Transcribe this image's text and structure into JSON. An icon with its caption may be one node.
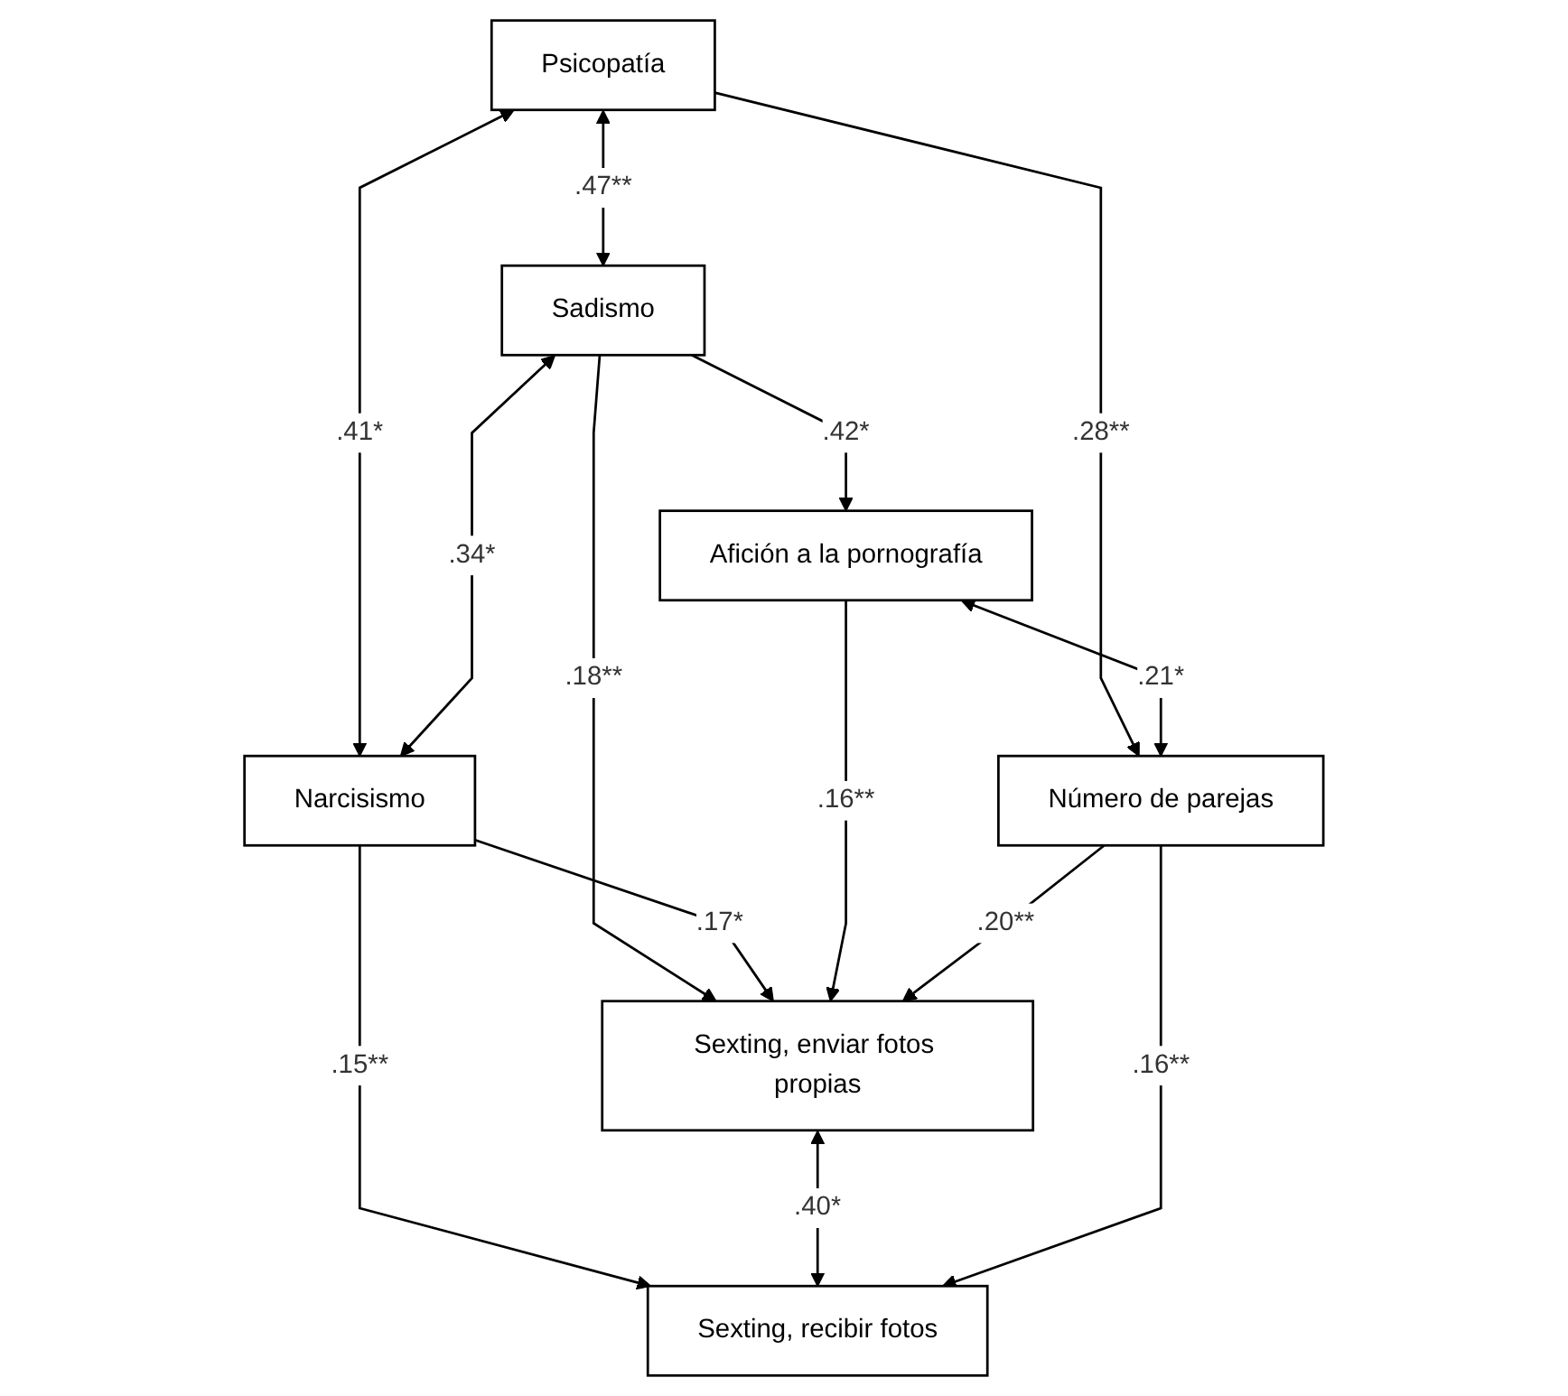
{
  "diagram": {
    "nodes": [
      {
        "text": [
          "Psicopatía"
        ]
      },
      {
        "text": [
          "Sadismo"
        ]
      },
      {
        "text": [
          "Narcisismo"
        ]
      },
      {
        "text": [
          "Afición a la pornografía"
        ]
      },
      {
        "text": [
          "Sexting, enviar fotos propias"
        ]
      },
      {
        "text": [
          "Número de parejas"
        ]
      },
      {
        "text": [
          "Sexting, recibir fotos"
        ]
      }
    ],
    "edges": [
      {
        "from": 0,
        "to": 2,
        "arrow": "both",
        "label": ".41*"
      },
      {
        "from": 0,
        "to": 1,
        "arrow": "both",
        "label": ".47**"
      },
      {
        "from": 1,
        "to": 2,
        "arrow": "both",
        "label": ".34*"
      },
      {
        "from": 0,
        "to": 5,
        "arrow": "to",
        "label": ".28**"
      },
      {
        "from": 1,
        "to": 3,
        "arrow": "to",
        "label": ".42*"
      },
      {
        "from": 1,
        "to": 4,
        "arrow": "to",
        "label": ".18**"
      },
      {
        "from": 2,
        "to": 4,
        "arrow": "to",
        "label": ".17*"
      },
      {
        "from": 2,
        "to": 6,
        "arrow": "to",
        "label": ".15**"
      },
      {
        "from": 3,
        "to": 4,
        "arrow": "to",
        "label": ".16**"
      },
      {
        "from": 3,
        "to": 5,
        "arrow": "both",
        "label": ".21*"
      },
      {
        "from": 5,
        "to": 4,
        "arrow": "to",
        "label": ".20**"
      },
      {
        "from": 4,
        "to": 6,
        "arrow": "both",
        "label": ".40*"
      },
      {
        "from": 5,
        "to": 6,
        "arrow": "to",
        "label": ".16**"
      }
    ]
  }
}
